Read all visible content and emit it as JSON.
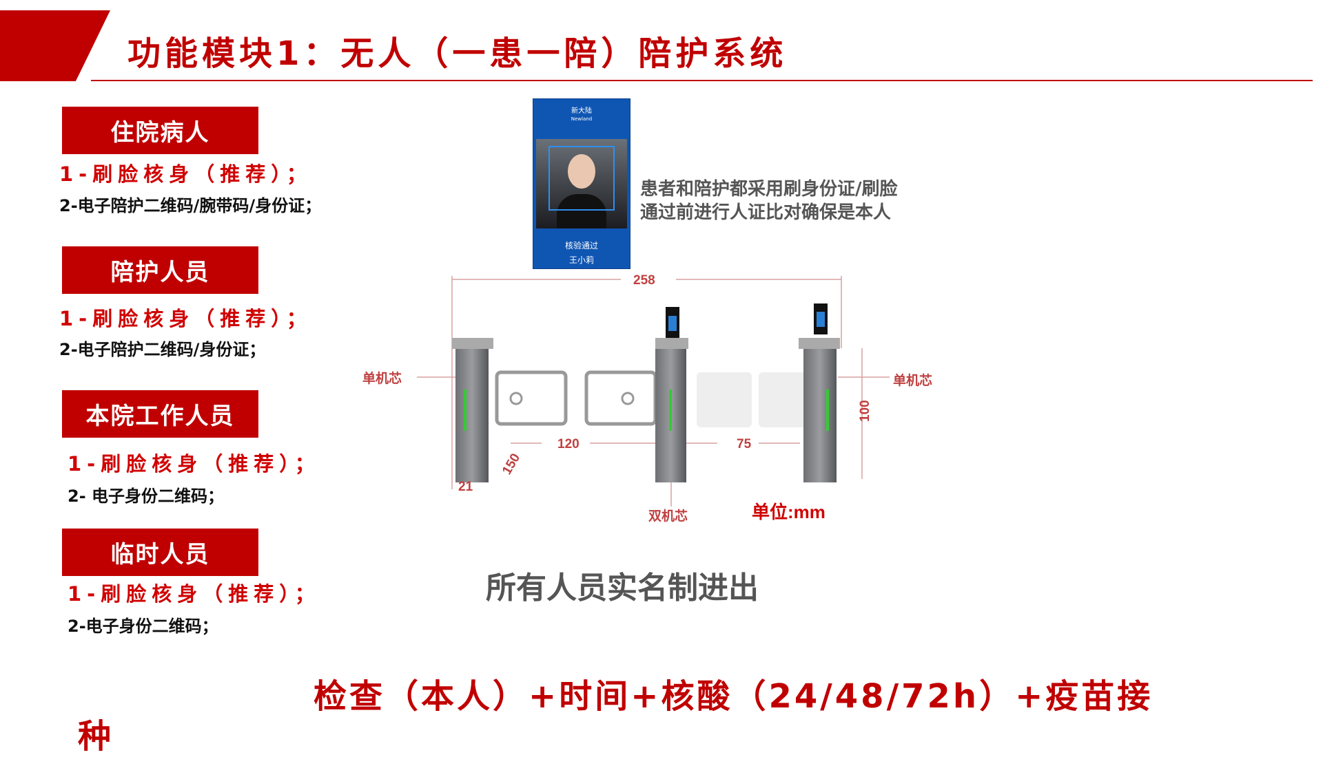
{
  "title": "功能模块1：无人（一患一陪）陪护系统",
  "groups": [
    {
      "label": "住院病人",
      "line1": "1-刷脸核身（推荐）；",
      "line2": "2-电子陪护二维码/腕带码/身份证；"
    },
    {
      "label": "陪护人员",
      "line1": "1-刷脸核身（推荐）；",
      "line2": "2-电子陪护二维码/身份证；"
    },
    {
      "label": "本院工作人员",
      "line1": "1-刷脸核身（推荐）；",
      "line2": "2- 电子身份二维码；"
    },
    {
      "label": "临时人员",
      "line1": "1-刷脸核身（推荐）；",
      "line2": "2-电子身份二维码；"
    }
  ],
  "phone": {
    "brand": "新大陆",
    "brand_en": "Newland",
    "status": "核验通过",
    "name": "王小莉"
  },
  "note": {
    "line1": "患者和陪护都采用刷身份证/刷脸",
    "line2": "通过前进行人证比对确保是本人"
  },
  "gate": {
    "width": "258",
    "left_label": "单机芯",
    "right_label": "单机芯",
    "height": "100",
    "gap1": "120",
    "gap2": "75",
    "depth": "150",
    "base": "21",
    "center_label": "双机芯",
    "unit": "单位:mm"
  },
  "realname": "所有人员实名制进出",
  "bottom": {
    "line1": "检查（本人）+时间+核酸（24/48/72h）+疫苗接",
    "line2": "种"
  }
}
